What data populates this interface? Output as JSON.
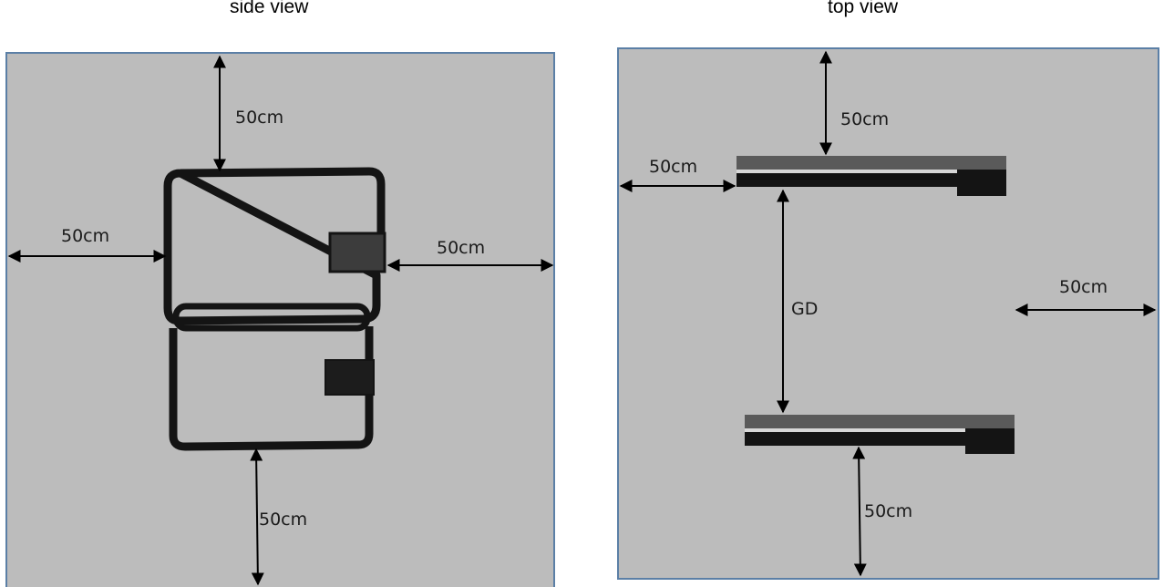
{
  "side_view": {
    "title": "side view",
    "label_top": "50cm",
    "label_left": "50cm",
    "label_right": "50cm",
    "label_bottom": "50cm"
  },
  "top_view": {
    "title": "top view",
    "label_top": "50cm",
    "label_left": "50cm",
    "label_gap": "GD",
    "label_right": "50cm",
    "label_bottom": "50cm"
  },
  "colors": {
    "panel_fill": "#bcbcbc",
    "panel_border": "#5b7fa6",
    "object_dark": "#141414",
    "object_mid": "#5a5a5a",
    "arrow": "#000000"
  }
}
